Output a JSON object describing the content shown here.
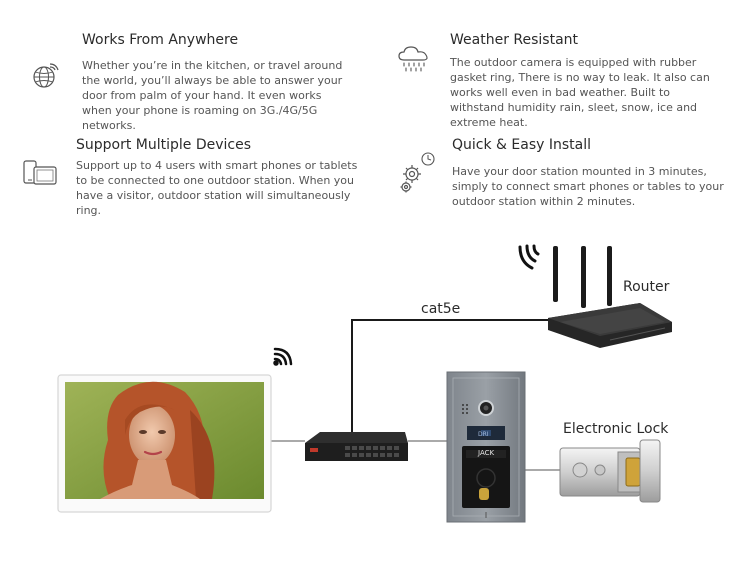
{
  "features": [
    {
      "id": "works-anywhere",
      "title": "Works From Anywhere",
      "body": "Whether you’re in the kitchen, or travel around the world, you’ll always be able to answer your door from palm of your hand. It even works when your phone is roaming on 3G./4G/5G networks.",
      "icon": "globe-wifi-icon"
    },
    {
      "id": "weather-resistant",
      "title": "Weather Resistant",
      "body": "The outdoor camera is equipped with rubber gasket ring, There is no way to leak. It also can works well even in bad weather. Built to withstand humidity rain, sleet, snow, ice and extreme heat.",
      "icon": "rain-cloud-icon"
    },
    {
      "id": "multiple-devices",
      "title": "Support Multiple Devices",
      "body": "Support up to 4 users with smart phones or tablets to be connected to one outdoor station. When you have a visitor, outdoor station will simultaneously ring.",
      "icon": "devices-icon"
    },
    {
      "id": "quick-install",
      "title": "Quick & Easy Install",
      "body": "Have your door station mounted in 3 minutes, simply to connect smart phones or tables to your outdoor station within 2 minutes.",
      "icon": "gears-clock-icon"
    }
  ],
  "diagram": {
    "router_label": "Router",
    "cable_label": "cat5e",
    "lock_label": "Electronic Lock",
    "door_station_name": "JACK",
    "door_station_tag": "DRI"
  }
}
